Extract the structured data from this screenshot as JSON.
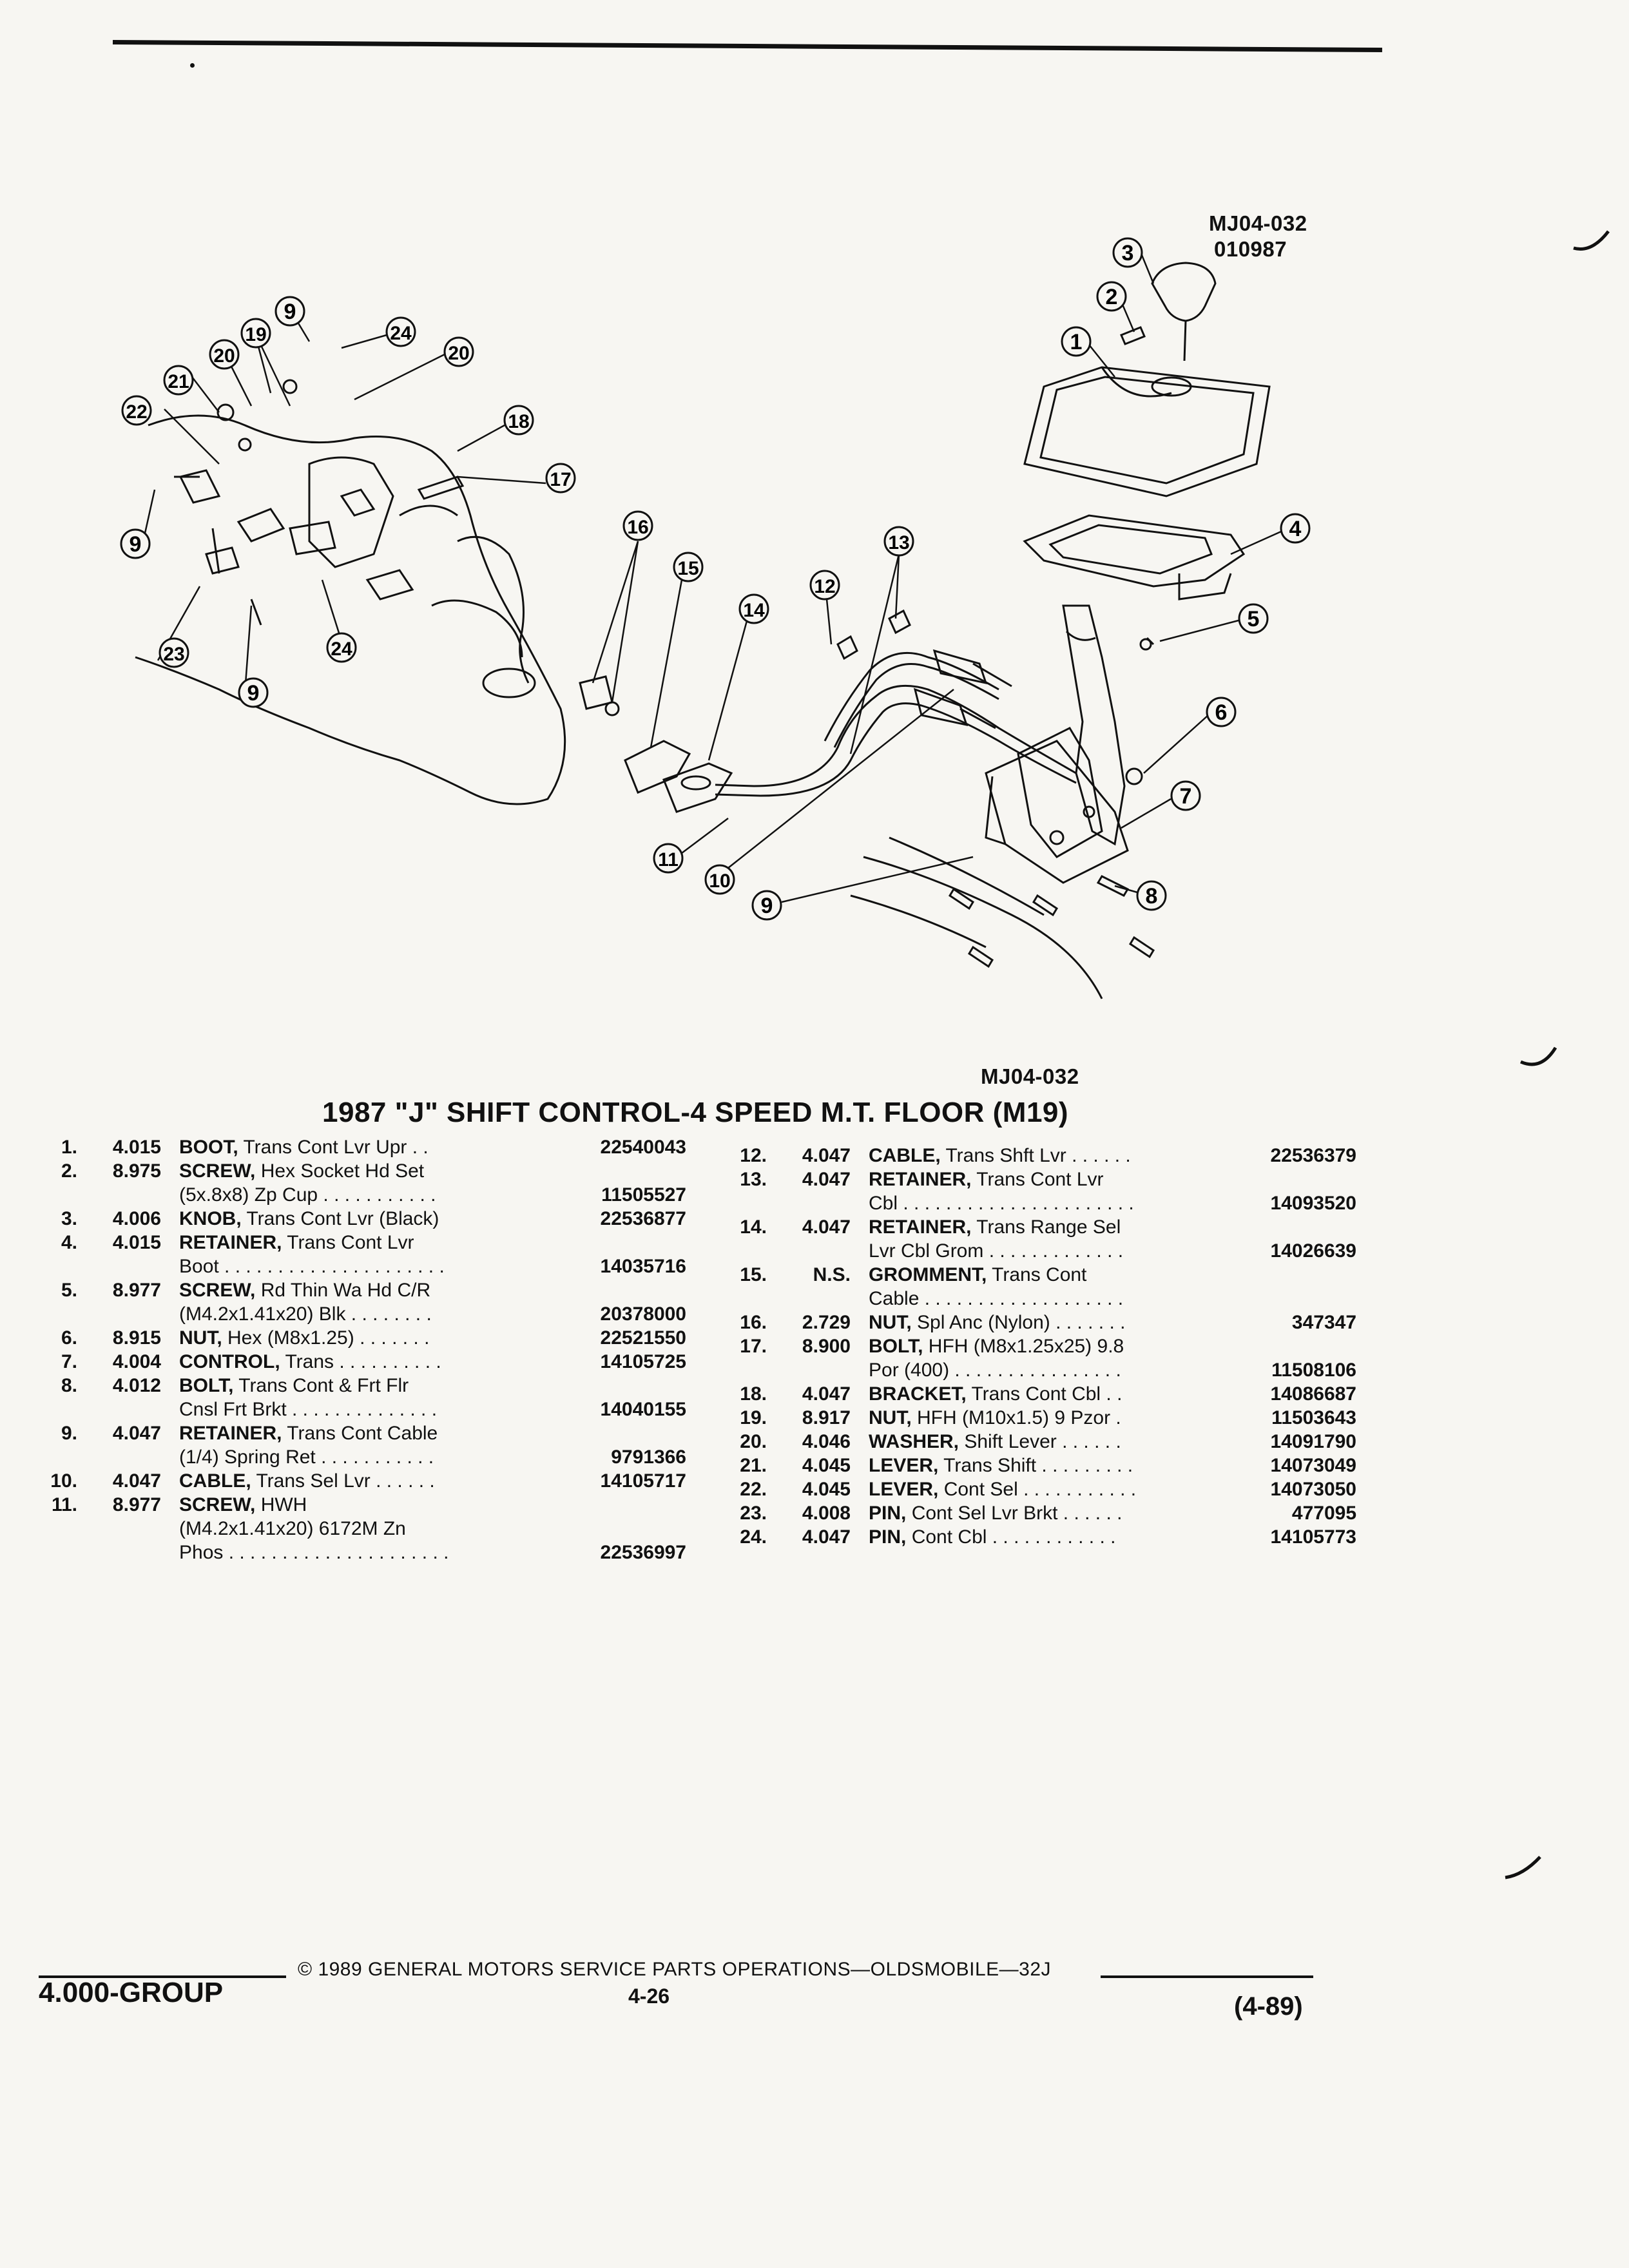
{
  "figure": {
    "code_top": "MJ04-032",
    "date_code": "010987",
    "code_bottom": "MJ04-032",
    "callouts": [
      "1",
      "2",
      "3",
      "4",
      "5",
      "6",
      "7",
      "8",
      "9",
      "9",
      "9",
      "9",
      "10",
      "11",
      "12",
      "13",
      "14",
      "15",
      "16",
      "17",
      "18",
      "19",
      "20",
      "20",
      "21",
      "22",
      "23",
      "24",
      "24"
    ]
  },
  "title": "1987 \"J\" SHIFT CONTROL-4 SPEED M.T. FLOOR (M19)",
  "parts_left": [
    {
      "no": "1.",
      "grp": "4.015",
      "name": "BOOT,",
      "desc": " Trans Cont Lvr Upr . .",
      "pn": "22540043"
    },
    {
      "no": "2.",
      "grp": "8.975",
      "name": "SCREW,",
      "desc": " Hex Socket Hd Set",
      "pn": ""
    },
    {
      "no": "",
      "grp": "",
      "name": "",
      "desc": "(5x.8x8) Zp Cup . . . . . . . . . . .",
      "pn": "11505527"
    },
    {
      "no": "3.",
      "grp": "4.006",
      "name": "KNOB,",
      "desc": " Trans Cont Lvr (Black)",
      "pn": "22536877"
    },
    {
      "no": "4.",
      "grp": "4.015",
      "name": "RETAINER,",
      "desc": " Trans Cont Lvr",
      "pn": ""
    },
    {
      "no": "",
      "grp": "",
      "name": "",
      "desc": "Boot . . . . . . . . . . . . . . . . . . . . .",
      "pn": "14035716"
    },
    {
      "no": "5.",
      "grp": "8.977",
      "name": "SCREW,",
      "desc": " Rd Thin Wa Hd C/R",
      "pn": ""
    },
    {
      "no": "",
      "grp": "",
      "name": "",
      "desc": "(M4.2x1.41x20) Blk . . . . . . . .",
      "pn": "20378000"
    },
    {
      "no": "6.",
      "grp": "8.915",
      "name": "NUT,",
      "desc": " Hex (M8x1.25) . . . . . . .",
      "pn": "22521550"
    },
    {
      "no": "7.",
      "grp": "4.004",
      "name": "CONTROL,",
      "desc": " Trans . . . . . . . . . .",
      "pn": "14105725"
    },
    {
      "no": "8.",
      "grp": "4.012",
      "name": "BOLT,",
      "desc": " Trans Cont & Frt Flr",
      "pn": ""
    },
    {
      "no": "",
      "grp": "",
      "name": "",
      "desc": "Cnsl Frt Brkt . . . . . . . . . . . . . .",
      "pn": "14040155"
    },
    {
      "no": "9.",
      "grp": "4.047",
      "name": "RETAINER,",
      "desc": " Trans Cont Cable",
      "pn": ""
    },
    {
      "no": "",
      "grp": "",
      "name": "",
      "desc": "(1/4) Spring Ret . . . . . . . . . . .",
      "pn": "9791366"
    },
    {
      "no": "10.",
      "grp": "4.047",
      "name": "CABLE,",
      "desc": " Trans Sel Lvr . . . . . .",
      "pn": "14105717"
    },
    {
      "no": "11.",
      "grp": "8.977",
      "name": "SCREW,",
      "desc": " HWH",
      "pn": ""
    },
    {
      "no": "",
      "grp": "",
      "name": "",
      "desc": "(M4.2x1.41x20) 6172M Zn",
      "pn": ""
    },
    {
      "no": "",
      "grp": "",
      "name": "",
      "desc": "Phos . . . . . . . . . . . . . . . . . . . . .",
      "pn": "22536997"
    }
  ],
  "parts_right": [
    {
      "no": "12.",
      "grp": "4.047",
      "name": "CABLE,",
      "desc": " Trans Shft Lvr . . . . . .",
      "pn": "22536379"
    },
    {
      "no": "13.",
      "grp": "4.047",
      "name": "RETAINER,",
      "desc": " Trans Cont Lvr",
      "pn": ""
    },
    {
      "no": "",
      "grp": "",
      "name": "",
      "desc": "Cbl . . . . . . . . . . . . . . . . . . . . . .",
      "pn": "14093520"
    },
    {
      "no": "14.",
      "grp": "4.047",
      "name": "RETAINER,",
      "desc": " Trans Range Sel",
      "pn": ""
    },
    {
      "no": "",
      "grp": "",
      "name": "",
      "desc": "Lvr Cbl Grom . . . . . . . . . . . . .",
      "pn": "14026639"
    },
    {
      "no": "15.",
      "grp": "N.S.",
      "name": "GROMMENT,",
      "desc": " Trans Cont",
      "pn": ""
    },
    {
      "no": "",
      "grp": "",
      "name": "",
      "desc": "Cable . . . . . . . . . . . . . . . . . . .",
      "pn": ""
    },
    {
      "no": "16.",
      "grp": "2.729",
      "name": "NUT,",
      "desc": " Spl Anc (Nylon) . . . . . . .",
      "pn": "347347"
    },
    {
      "no": "17.",
      "grp": "8.900",
      "name": "BOLT,",
      "desc": " HFH (M8x1.25x25) 9.8",
      "pn": ""
    },
    {
      "no": "",
      "grp": "",
      "name": "",
      "desc": "Por (400) . . . . . . . . . . . . . . . .",
      "pn": "11508106"
    },
    {
      "no": "18.",
      "grp": "4.047",
      "name": "BRACKET,",
      "desc": " Trans Cont Cbl . .",
      "pn": "14086687"
    },
    {
      "no": "19.",
      "grp": "8.917",
      "name": "NUT,",
      "desc": " HFH (M10x1.5) 9 Pzor .",
      "pn": "11503643"
    },
    {
      "no": "20.",
      "grp": "4.046",
      "name": "WASHER,",
      "desc": " Shift Lever . . . . . .",
      "pn": "14091790"
    },
    {
      "no": "21.",
      "grp": "4.045",
      "name": "LEVER,",
      "desc": " Trans Shift . . . . . . . . .",
      "pn": "14073049"
    },
    {
      "no": "22.",
      "grp": "4.045",
      "name": "LEVER,",
      "desc": " Cont Sel . . . . . . . . . . .",
      "pn": "14073050"
    },
    {
      "no": "23.",
      "grp": "4.008",
      "name": "PIN,",
      "desc": " Cont Sel Lvr Brkt . . . . . .",
      "pn": "477095"
    },
    {
      "no": "24.",
      "grp": "4.047",
      "name": "PIN,",
      "desc": " Cont Cbl . . . . . . . . . . . .",
      "pn": "14105773"
    }
  ],
  "footer": {
    "group": "4.000-GROUP",
    "copyright": "© 1989 GENERAL MOTORS SERVICE PARTS OPERATIONS—OLDSMOBILE—32J",
    "page": "4-26",
    "date": "(4-89)"
  }
}
